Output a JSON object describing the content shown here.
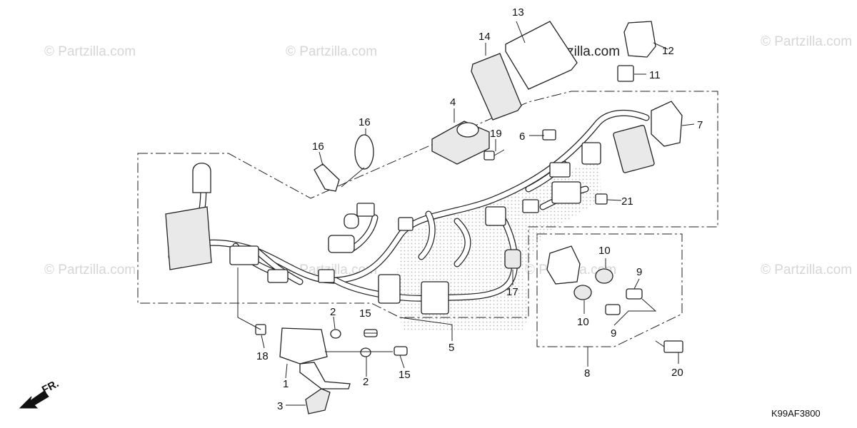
{
  "watermarks": [
    "© Partzilla.com",
    "© Partzilla.com",
    "© Partzilla.com",
    "© Partzilla.com",
    "© Partzilla.com",
    "© Partzilla.com",
    "© Partzilla.com"
  ],
  "watermark_dark": "© Partzilla.com",
  "diagram_code": "K99AF3800",
  "front_label": "FR.",
  "callouts": {
    "c1": "1",
    "c2a": "2",
    "c2b": "2",
    "c3": "3",
    "c4": "4",
    "c5": "5",
    "c6": "6",
    "c7": "7",
    "c8": "8",
    "c9a": "9",
    "c9b": "9",
    "c10a": "10",
    "c10b": "10",
    "c11": "11",
    "c12": "12",
    "c13": "13",
    "c14": "14",
    "c15a": "15",
    "c15b": "15",
    "c16a": "16",
    "c16b": "16",
    "c17": "17",
    "c18": "18",
    "c19": "19",
    "c20": "20",
    "c21": "21"
  }
}
